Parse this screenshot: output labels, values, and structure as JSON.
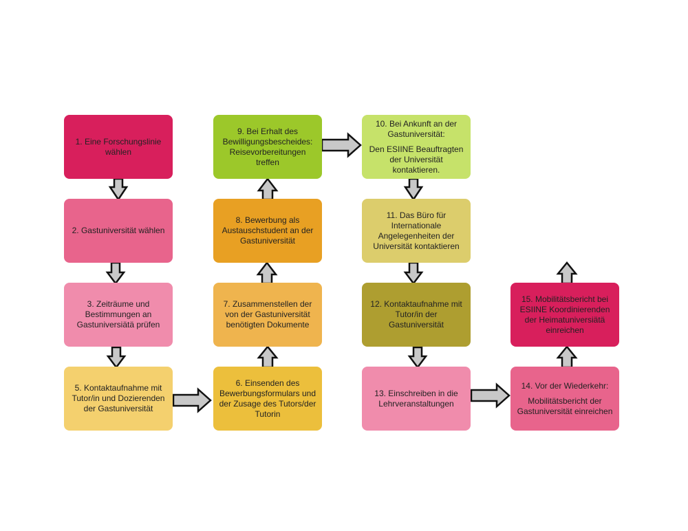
{
  "steps": {
    "s1": {
      "text": "1. Eine Forschungslinie wählen",
      "color": "#d81f5c"
    },
    "s2": {
      "text": "2. Gastuniversität wählen",
      "color": "#e8648c"
    },
    "s3": {
      "text": "3. Zeiträume und Bestimmungen an Gastuniversiätä prüfen",
      "color": "#f08cac"
    },
    "s5": {
      "text": "5. Kontaktaufnahme mit Tutor/in und Dozierenden der Gastuniversität",
      "color": "#f4d06e"
    },
    "s6": {
      "text": "6. Einsenden des Bewerbungsformulars und der Zusage des Tutors/der Tutorin",
      "color": "#ecbf3c"
    },
    "s7": {
      "text": "7. Zusammenstellen der von der Gastuniversität benötigten Dokumente",
      "color": "#efb44e"
    },
    "s8": {
      "text": "8. Bewerbung als Austauschstudent an der Gastuniversität",
      "color": "#e8a023"
    },
    "s9": {
      "text": "9. Bei Erhalt des Bewilligungsbescheides: Reisevorbereitungen treffen",
      "color": "#9cc82a"
    },
    "s10": {
      "line1": "10. Bei Ankunft an der Gastuniversität:",
      "line2": "Den ESIINE Beauftragten der Universität kontaktieren.",
      "color": "#c6e26a"
    },
    "s11": {
      "text": "11. Das Büro für Internationale Angelegenheiten der Universität kontaktieren",
      "color": "#dccd6c"
    },
    "s12": {
      "text": "12. Kontaktaufnahme mit Tutor/in der Gastuniversität",
      "color": "#ae9e30"
    },
    "s13": {
      "text": "13. Einschreiben in die Lehrveranstaltungen",
      "color": "#f08cac"
    },
    "s14": {
      "line1": "14. Vor der Wiederkehr:",
      "line2": "Mobilitätsbericht der Gastuniversität einreichen",
      "color": "#e8648c"
    },
    "s15": {
      "text": "15. Mobilitätsbericht bei ESIINE Koordinierenden der Heimatuniversiätä einreichen",
      "color": "#d81f5c"
    }
  },
  "arrows": {
    "fill": "#c8c8c8",
    "stroke": "#111111"
  }
}
